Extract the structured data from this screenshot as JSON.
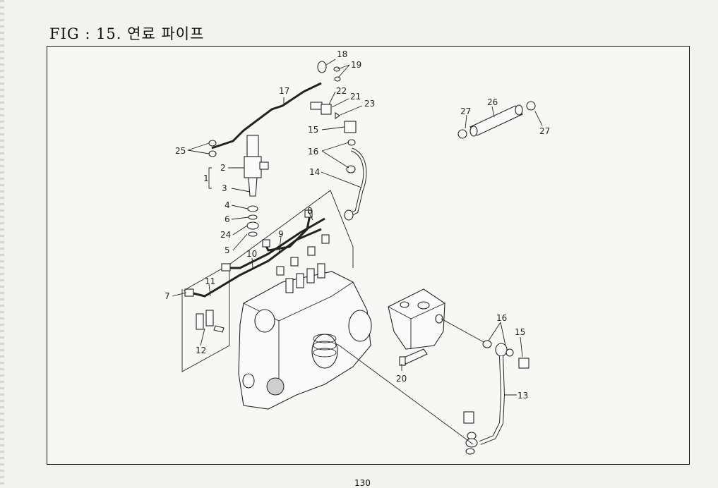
{
  "header": {
    "title": "FIG : 15. 연료 파이프"
  },
  "footer": {
    "page_number": "130"
  },
  "callouts": [
    "18",
    "19",
    "17",
    "22",
    "21",
    "23",
    "15",
    "16",
    "14",
    "25",
    "2",
    "1",
    "3",
    "4",
    "6",
    "24",
    "5",
    "8",
    "9",
    "10",
    "7",
    "11",
    "12",
    "27",
    "26",
    "27",
    "16",
    "15",
    "13",
    "20"
  ]
}
